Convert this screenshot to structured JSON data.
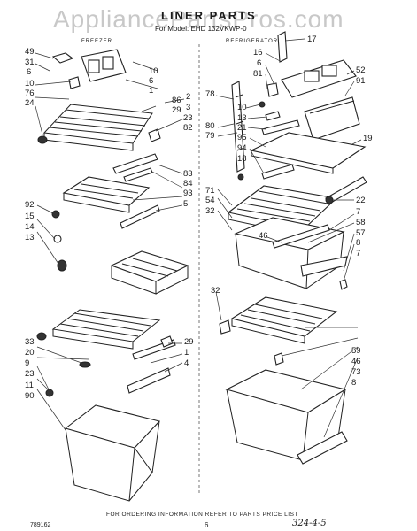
{
  "watermark": "AppliancePartsPros.com",
  "header": {
    "title": "LINER PARTS",
    "subtitle": "For Model: EHD 132VKWP-0"
  },
  "sections": {
    "freezer": "FREEZER",
    "refrigerator": "REFRIGERATOR"
  },
  "callouts": {
    "c49": "49",
    "c31": "31",
    "c6a": "6",
    "c10a": "10",
    "c76": "76",
    "c24": "24",
    "c10b": "10",
    "c6b": "6",
    "c1": "1",
    "c86": "86",
    "c29a": "29",
    "c2": "2",
    "c3": "3",
    "c23a": "23",
    "c82": "82",
    "c83": "83",
    "c84": "84",
    "c93": "93",
    "c5": "5",
    "c92": "92",
    "c15": "15",
    "c14": "14",
    "c13": "13",
    "c33": "33",
    "c20": "20",
    "c9": "9",
    "c23b": "23",
    "c11": "11",
    "c90": "90",
    "c29b": "29",
    "c1b": "1",
    "c4": "4",
    "c17": "17",
    "c16": "16",
    "c6c": "6",
    "c81": "81",
    "c52": "52",
    "c91": "91",
    "c78": "78",
    "c10c": "10",
    "c13b": "13",
    "c21": "21",
    "c95": "95",
    "c19": "19",
    "c94": "94",
    "c18": "18",
    "c80": "80",
    "c79": "79",
    "c71": "71",
    "c54": "54",
    "c32a": "32",
    "c22": "22",
    "c7a": "7",
    "c58": "58",
    "c46a": "46",
    "c57": "57",
    "c8a": "8",
    "c7b": "7",
    "c32b": "32",
    "c59": "59",
    "c46b": "46",
    "c73": "73",
    "c8b": "8"
  },
  "footer": {
    "ordering_note": "FOR ORDERING INFORMATION REFER TO PARTS PRICE LIST",
    "doc_code": "789162",
    "page_number": "6",
    "handwritten": "324-4-5"
  }
}
